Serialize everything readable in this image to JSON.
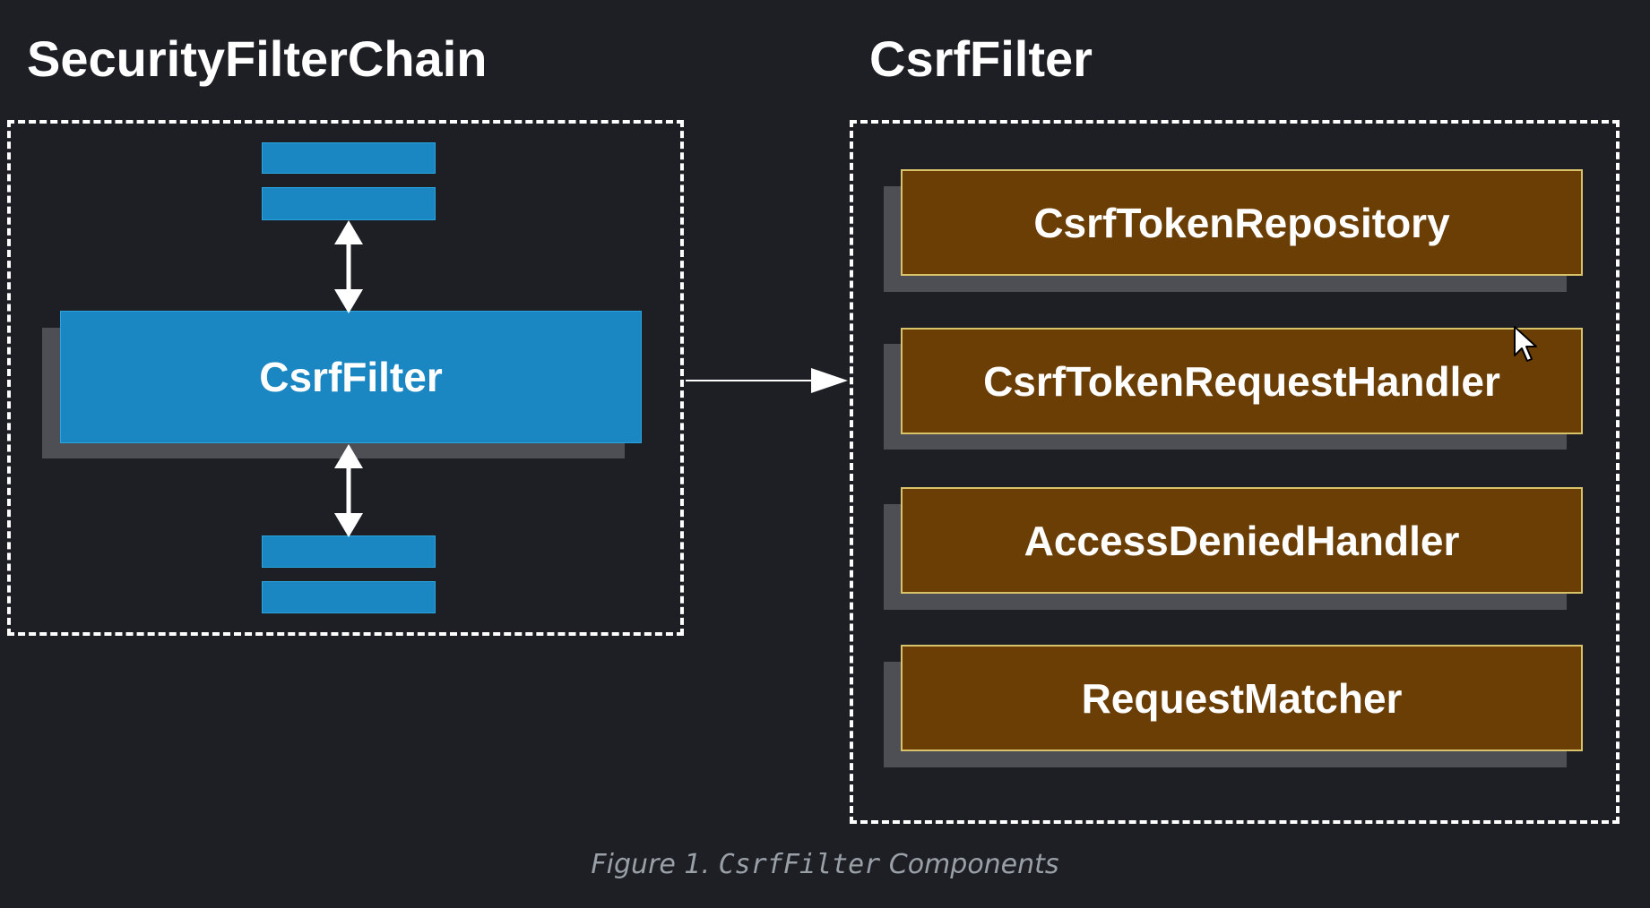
{
  "left_panel": {
    "heading": "SecurityFilterChain",
    "filter_label": "CsrfFilter"
  },
  "right_panel": {
    "heading": "CsrfFilter",
    "components": [
      "CsrfTokenRepository",
      "CsrfTokenRequestHandler",
      "AccessDeniedHandler",
      "RequestMatcher"
    ]
  },
  "caption": {
    "prefix": "Figure 1.",
    "code": "CsrfFilter",
    "suffix": "Components"
  },
  "colors": {
    "background": "#1d1f24",
    "filter_blue": "#1b87c2",
    "component_brown": "#6b3e06",
    "component_border": "#d9c36a"
  },
  "icons": [
    "double-arrow-icon",
    "arrow-right-icon",
    "mouse-cursor-icon"
  ]
}
